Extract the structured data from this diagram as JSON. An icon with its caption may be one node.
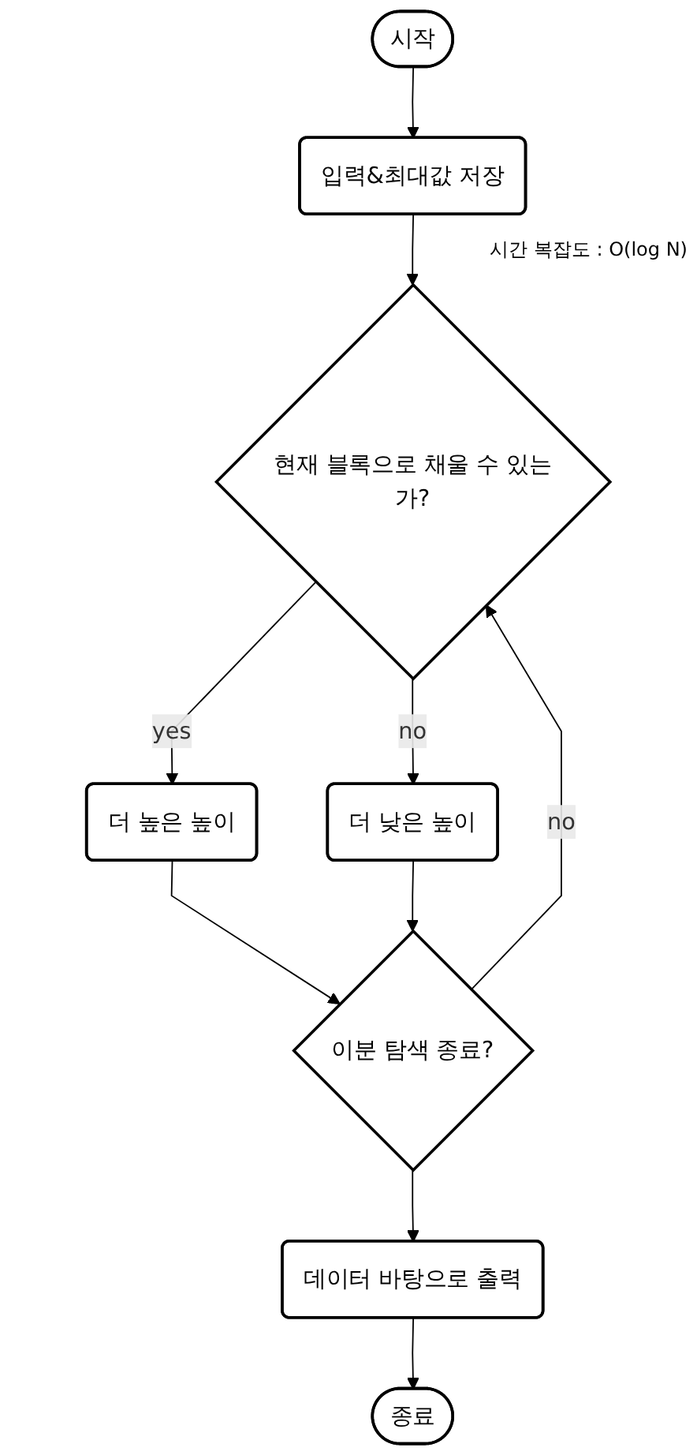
{
  "diagram": {
    "nodes": [
      {
        "text": [
          "시작"
        ]
      },
      {
        "text": [
          "입력&최대값 저장"
        ]
      },
      {
        "text": [
          "현재 블록으로 채울 수 있는가?"
        ]
      },
      {
        "text": [
          "더 높은 높이"
        ]
      },
      {
        "text": [
          "더 낮은 높이"
        ]
      },
      {
        "text": [
          "이분 탐색 종료?"
        ]
      },
      {
        "text": [
          "데이터 바탕으로 출력"
        ]
      },
      {
        "text": [
          "종료"
        ]
      }
    ],
    "edges": [
      {
        "from": 0,
        "to": 1,
        "arrow": "to"
      },
      {
        "from": 1,
        "to": 2,
        "arrow": "to"
      },
      {
        "from": 2,
        "to": 3,
        "label": "yes",
        "arrow": "to"
      },
      {
        "from": 2,
        "to": 4,
        "label": "no",
        "arrow": "to"
      },
      {
        "from": 3,
        "to": 5,
        "arrow": "to"
      },
      {
        "from": 4,
        "to": 5,
        "arrow": "to"
      },
      {
        "from": 5,
        "to": 2,
        "label": "no",
        "arrow": "to"
      },
      {
        "from": 5,
        "to": 6,
        "arrow": "to"
      },
      {
        "from": 6,
        "to": 7,
        "arrow": "to"
      }
    ],
    "labels": [
      "시간 복잡도 : O(log N)"
    ]
  }
}
